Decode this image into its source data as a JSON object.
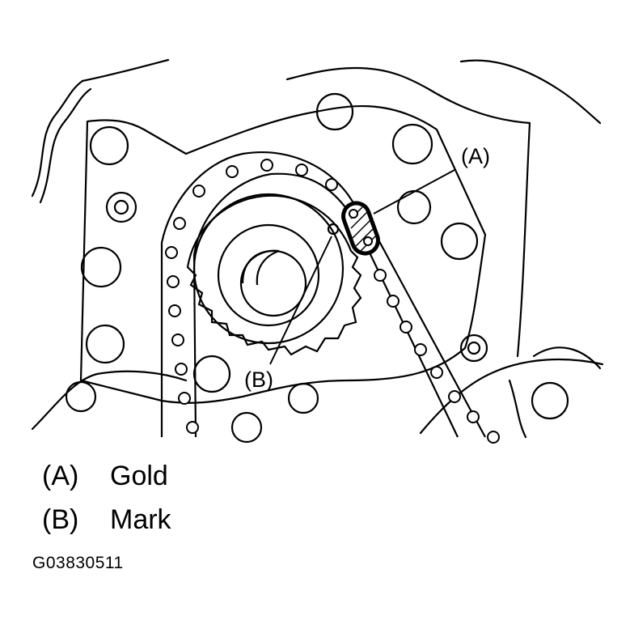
{
  "callouts": {
    "a": "(A)",
    "b": "(B)"
  },
  "legend": [
    {
      "key": "(A)",
      "label": "Gold"
    },
    {
      "key": "(B)",
      "label": "Mark"
    }
  ],
  "figure_id": "G03830511",
  "colors": {
    "ink": "#000000",
    "paper": "#ffffff"
  }
}
